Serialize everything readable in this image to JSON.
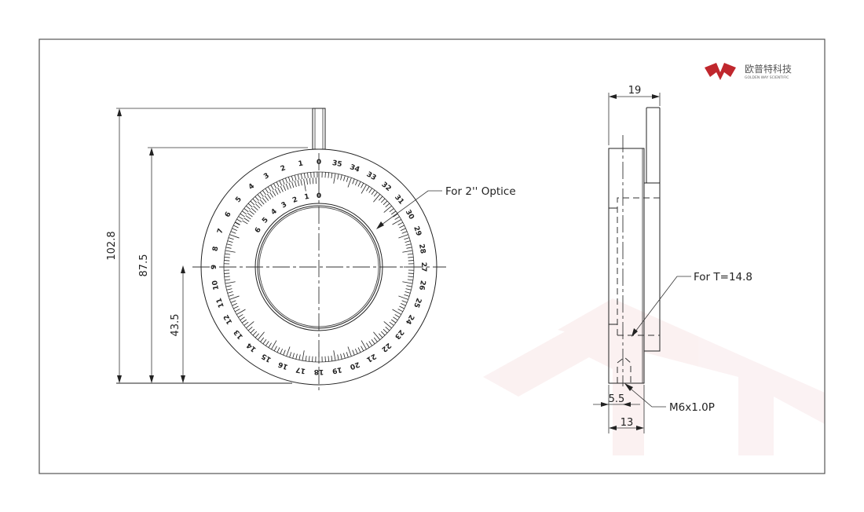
{
  "logo": {
    "name_cn": "欧普特科技",
    "name_en": "GOLDEN WAY SCIENTIFIC",
    "color": "#c0272d"
  },
  "front_view": {
    "dimensions": {
      "overall_height": "102.8",
      "center_to_top": "87.5",
      "center_height": "43.5"
    },
    "note": "For 2'' Optice",
    "main_scale_labels": [
      "0",
      "1",
      "2",
      "3",
      "4",
      "5",
      "6",
      "7",
      "8",
      "9",
      "10",
      "11",
      "12",
      "13",
      "14",
      "15",
      "16",
      "17",
      "18",
      "19",
      "20",
      "21",
      "22",
      "23",
      "24",
      "25",
      "26",
      "27",
      "28",
      "29",
      "30",
      "31",
      "32",
      "33",
      "34",
      "35"
    ],
    "vernier_labels": [
      "0",
      "1",
      "2",
      "3",
      "4",
      "5",
      "6"
    ]
  },
  "side_view": {
    "dimensions": {
      "total_width": "19",
      "body_width": "13",
      "hole_offset": "5.5"
    },
    "notes": {
      "thickness": "For T=14.8",
      "thread": "M6x1.0P"
    }
  }
}
